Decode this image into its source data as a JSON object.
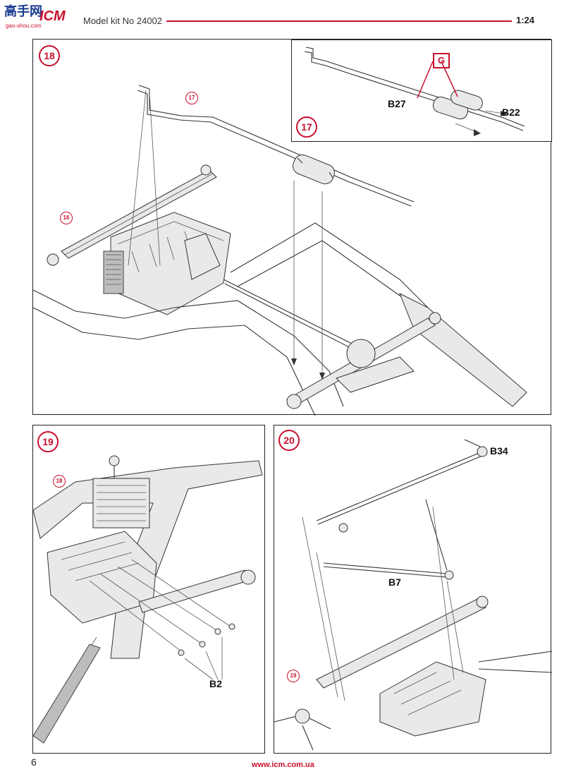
{
  "header": {
    "logo_cn": "高手网",
    "logo_icm": "ICM",
    "logo_sub": "gao-shou.com",
    "title": "Model kit No 24002",
    "scale": "1:24"
  },
  "steps": {
    "s18": {
      "number": "18",
      "refs": [
        "17",
        "16"
      ]
    },
    "s17": {
      "number": "17",
      "badge": "G",
      "parts": [
        "B27",
        "B22"
      ]
    },
    "s19": {
      "number": "19",
      "ref": "18",
      "part": "B2"
    },
    "s20": {
      "number": "20",
      "ref": "19",
      "parts": [
        "B34",
        "B7"
      ]
    }
  },
  "footer": {
    "page": "6",
    "url": "www.icm.com.ua"
  },
  "colors": {
    "accent": "#c8102e",
    "line": "#222222"
  }
}
